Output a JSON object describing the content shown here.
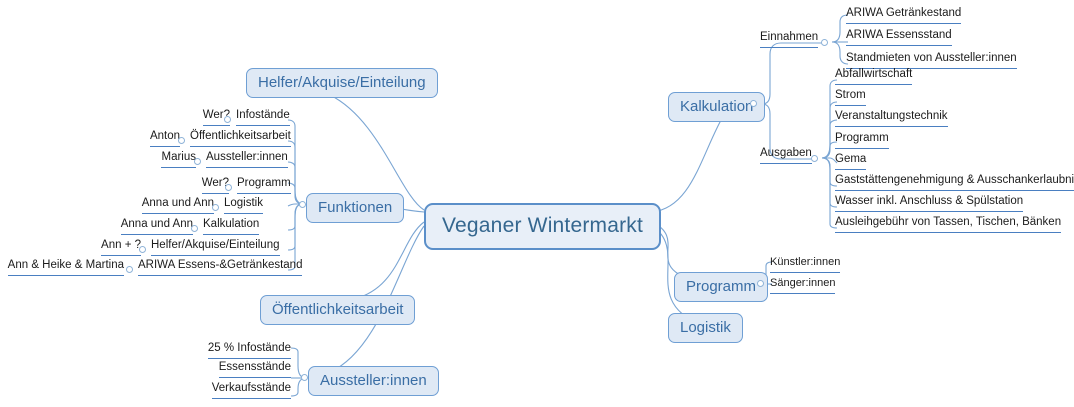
{
  "diagram": {
    "type": "mindmap",
    "title": "Veganer Wintermarkt",
    "background": "#ffffff",
    "accent_color": "#4a7fc1",
    "node_fill": "#dfe9f5",
    "node_border": "#6f9fd4",
    "text_color": "#1b1b1b"
  },
  "root": {
    "label": "Veganer Wintermarkt"
  },
  "branches": {
    "kalkulation": {
      "label": "Kalkulation",
      "groups": [
        {
          "label": "Einnahmen",
          "items": [
            "ARIWA Getränkestand",
            "ARIWA Essensstand",
            "Standmieten von Aussteller:innen"
          ]
        },
        {
          "label": "Ausgaben",
          "items": [
            "Abfallwirtschaft",
            "Strom",
            "Veranstaltungstechnik",
            "Programm",
            "Gema",
            "Gaststättengenehmigung & Ausschankerlaubnis",
            "Wasser inkl. Anschluss & Spülstation",
            "Ausleihgebühr von Tassen, Tischen, Bänken"
          ]
        }
      ]
    },
    "programm": {
      "label": "Programm",
      "items": [
        "Künstler:innen",
        "Sänger:innen"
      ]
    },
    "logistik": {
      "label": "Logistik",
      "items": []
    },
    "helfer": {
      "label": "Helfer/Akquise/Einteilung",
      "items": []
    },
    "funktionen": {
      "label": "Funktionen",
      "rows": [
        {
          "person": "Wer?",
          "role": "Infostände"
        },
        {
          "person": "Anton",
          "role": "Öffentlichkeitsarbeit"
        },
        {
          "person": "Marius",
          "role": "Aussteller:innen"
        },
        {
          "person": "Wer?",
          "role": "Programm"
        },
        {
          "person": "Anna und Ann",
          "role": "Logistik"
        },
        {
          "person": "Anna und Ann",
          "role": "Kalkulation"
        },
        {
          "person": "Ann + ?",
          "role": "Helfer/Akquise/Einteilung"
        },
        {
          "person": "Ann & Heike & Martina",
          "role": "ARIWA Essens-&Getränkestand"
        }
      ]
    },
    "oeffentlichkeitsarbeit": {
      "label": "Öffentlichkeitsarbeit",
      "items": []
    },
    "aussteller": {
      "label": "Aussteller:innen",
      "items": [
        "25 % Infostände",
        "Essensstände",
        "Verkaufsstände"
      ]
    }
  }
}
